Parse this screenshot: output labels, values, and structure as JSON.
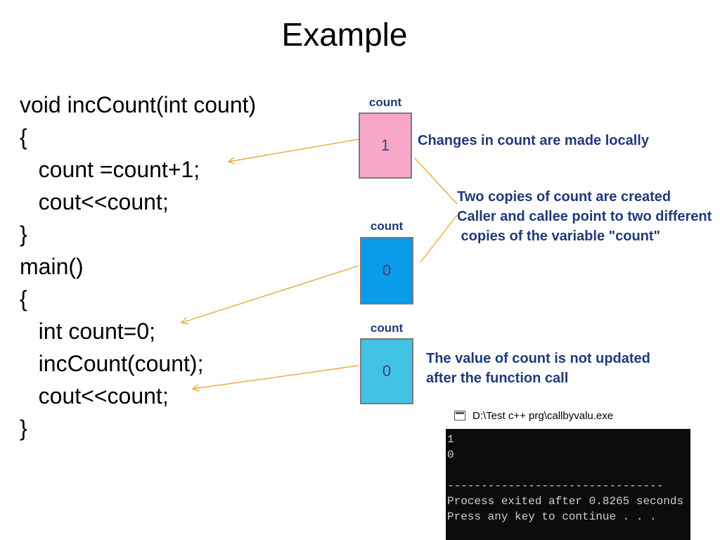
{
  "slide": {
    "title": "Example"
  },
  "code": {
    "lines": [
      "void incCount(int count)",
      "{",
      "   count =count+1;",
      "   cout<<count;",
      "}",
      "main()",
      "{",
      "   int count=0;",
      "   incCount(count);",
      "   cout<<count;",
      "}"
    ]
  },
  "diagram": {
    "boxes": [
      {
        "label": "count",
        "value": "1",
        "color": "#f7a8c8"
      },
      {
        "label": "count",
        "value": "0",
        "color": "#0a9bea"
      },
      {
        "label": "count",
        "value": "0",
        "color": "#42c3e6"
      }
    ],
    "notes": {
      "local": "Changes in count are made locally",
      "copies": "Two copies of count are created\nCaller and callee point to two different\n copies of the variable \"count\"",
      "not_updated": "The value of count is not updated\nafter the function call"
    },
    "arrow_color": "#e9a83b"
  },
  "console": {
    "title": "D:\\Test c++ prg\\callbyvalu.exe",
    "output_lines": [
      "1",
      "0",
      "",
      "--------------------------------",
      "Process exited after 0.8265 seconds",
      "Press any key to continue . . ."
    ]
  }
}
